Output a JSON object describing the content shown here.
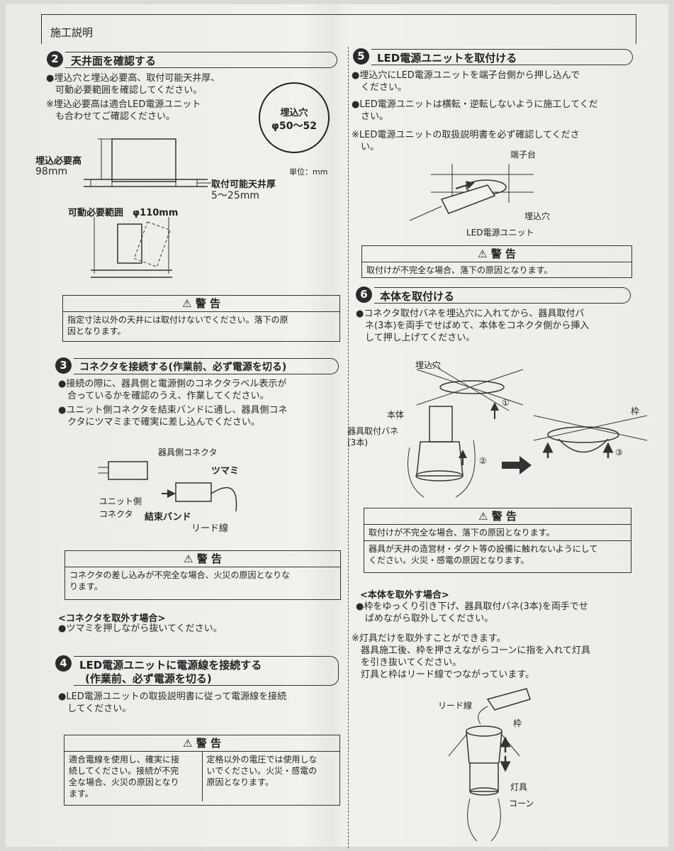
{
  "header": {
    "title": "施工説明"
  },
  "step2": {
    "number": "2",
    "title": "天井面を確認する",
    "lines": [
      "●埋込穴と埋込必要高、取付可能天井厚、",
      "　可動必要範囲を確認してください。",
      "※埋込必要高は適合LED電源ユニット",
      "　も合わせてご確認ください。"
    ],
    "hole_label": "埋込穴",
    "hole_size": "φ50〜52",
    "unit_label": "単位：mm",
    "height_label": "埋込必要高",
    "height_value": "98mm",
    "thickness_label": "取付可能天井厚",
    "thickness_value": "5〜25mm",
    "range_label": "可動必要範囲　φ110mm",
    "warning_title": "警 告",
    "warning_lines": [
      "指定寸法以外の天井には取付けないでください。落下の原",
      "因となります。"
    ]
  },
  "step3": {
    "number": "3",
    "title": "コネクタを接続する(作業前、必ず電源を切る)",
    "lines": [
      "●接続の際に、器具側と電源側のコネクタラベル表示が",
      "　合っているかを確認のうえ、作業してください。",
      "●ユニット側コネクタを結束バンドに通し、器具側コネ",
      "　クタにツマミまで確実に差し込んでください。"
    ],
    "fixture_connector": "器具側コネクタ",
    "knob": "ツマミ",
    "unit_connector": "ユニット側\nコネクタ",
    "cable_tie": "結束バンド",
    "lead_wire": "リード線",
    "warning_title": "警 告",
    "warning_lines": [
      "コネクタの差し込みが不完全な場合、火災の原因となりな",
      "ります。"
    ],
    "remove_title": "<コネクタを取外す場合>",
    "remove_line": "●ツマミを押しながら抜いてください。"
  },
  "step4": {
    "number": "4",
    "title_1": "LED電源ユニットに電源線を接続する",
    "title_2": "(作業前、必ず電源を切る)",
    "lines": [
      "●LED電源ユニットの取扱説明書に従って電源線を接続",
      "　してください。"
    ],
    "warning_title": "警 告",
    "warning_left": [
      "適合電線を使用し、確実に接",
      "続してください。接続が不完",
      "全な場合、火災の原因となり",
      "ます。"
    ],
    "warning_right": [
      "定格以外の電圧では使用しな",
      "いでください。火災・感電の",
      "原因となります。"
    ]
  },
  "step5": {
    "number": "5",
    "title": "LED電源ユニットを取付ける",
    "lines": [
      "●埋込穴にLED電源ユニットを端子台側から押し込んで",
      "　ください。",
      "●LED電源ユニットは横転・逆転しないように施工してくだ",
      "　さい。",
      "※LED電源ユニットの取扱説明書を必ず確認してくださ",
      "　い。"
    ],
    "terminal": "端子台",
    "hole": "埋込穴",
    "unit": "LED電源ユニット",
    "warning_title": "警 告",
    "warning_lines": [
      "取付けが不完全な場合、落下の原因となります。"
    ]
  },
  "step6": {
    "number": "6",
    "title": "本体を取付ける",
    "lines": [
      "●コネクタ取付バネを埋込穴に入れてから、器具取付バ",
      "　ネ(3本)を両手でせばめて、本体をコネクタ側から挿入",
      "　して押し上げてください。"
    ],
    "hole": "埋込穴",
    "body": "本体",
    "spring": "器具取付バネ\n(3本)",
    "frame": "枠",
    "c1": "①",
    "c2": "②",
    "c3": "③",
    "warning_title": "警 告",
    "warning_line1": "取付けが不完全な場合、落下の原因となります。",
    "warning_line2": [
      "器具が天井の造営材・ダクト等の設備に触れないようにして",
      "ください。火災・感電の原因となります。"
    ],
    "remove_title": "<本体を取外す場合>",
    "remove_lines": [
      "●枠をゆっくり引き下げ、器具取付バネ(3本)を両手でせ",
      "　ばめながら取外してください。"
    ],
    "note_lines": [
      "※灯具だけを取外すことができます。",
      "　器具施工後、枠を押さえながらコーンに指を入れて灯具",
      "　を引き抜いてください。",
      "　灯具と枠はリード線でつながっています。"
    ],
    "lead": "リード線",
    "frame2": "枠",
    "lamp": "灯具",
    "cone": "コーン"
  }
}
